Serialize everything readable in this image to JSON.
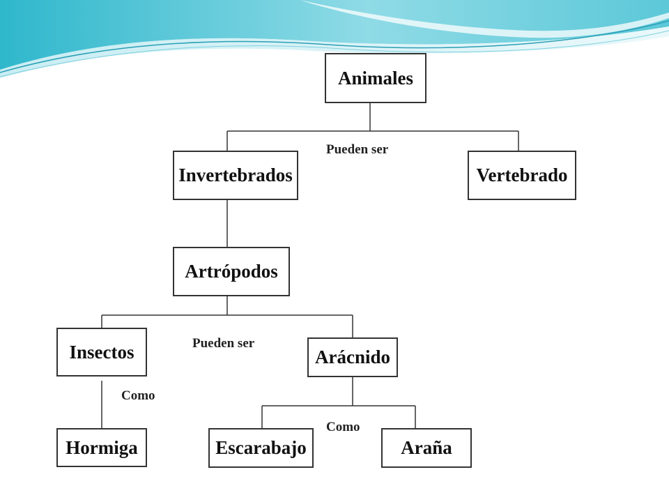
{
  "diagram": {
    "nodes": [
      {
        "id": "animales",
        "label": "Animales"
      },
      {
        "id": "invertebrados",
        "label": "Invertebrados"
      },
      {
        "id": "vertebrado",
        "label": "Vertebrado"
      },
      {
        "id": "artropodos",
        "label": "Artrópodos"
      },
      {
        "id": "insectos",
        "label": "Insectos"
      },
      {
        "id": "aracnido",
        "label": "Arácnido"
      },
      {
        "id": "hormiga",
        "label": "Hormiga"
      },
      {
        "id": "escarabajo",
        "label": "Escarabajo"
      },
      {
        "id": "arana",
        "label": "Araña"
      }
    ],
    "edge_labels": [
      {
        "id": "pueden-ser-1",
        "text": "Pueden ser"
      },
      {
        "id": "pueden-ser-2",
        "text": "Pueden ser"
      },
      {
        "id": "como-1",
        "text": "Como"
      },
      {
        "id": "como-2",
        "text": "Como"
      }
    ],
    "edges": [
      {
        "from": "animales",
        "to": "invertebrados"
      },
      {
        "from": "animales",
        "to": "vertebrado"
      },
      {
        "from": "invertebrados",
        "to": "artropodos"
      },
      {
        "from": "artropodos",
        "to": "insectos"
      },
      {
        "from": "artropodos",
        "to": "aracnido"
      },
      {
        "from": "insectos",
        "to": "hormiga"
      },
      {
        "from": "aracnido",
        "to": "escarabajo"
      },
      {
        "from": "aracnido",
        "to": "arana"
      }
    ]
  },
  "theme": {
    "banner_colors": [
      "#2fb7cc",
      "#7fd6e2",
      "#c7eef3"
    ],
    "line_color": "#333333"
  }
}
